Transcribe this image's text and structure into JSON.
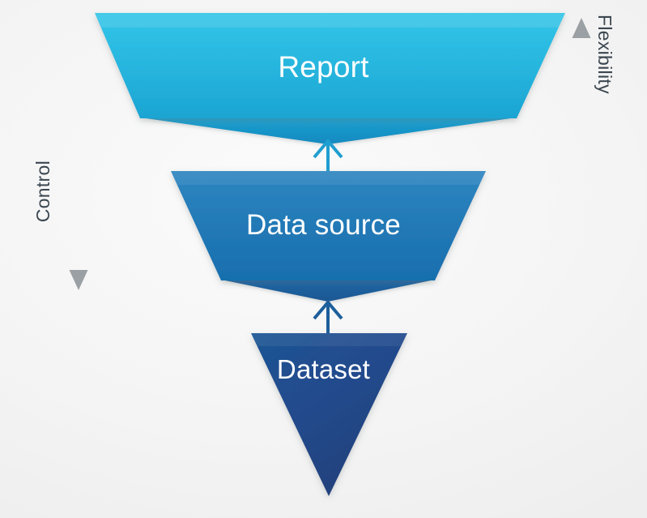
{
  "diagram": {
    "title": "Report / Data source / Dataset funnel",
    "background_color": "#f1f1f1",
    "stages": [
      {
        "id": "report",
        "label": "Report",
        "shape": "trapezoid",
        "fill_top": "#2ec0e4",
        "fill_bottom": "#1fa8d4",
        "flap_color": "#1790c4",
        "text_color": "#ffffff"
      },
      {
        "id": "data-source",
        "label": "Data source",
        "shape": "trapezoid",
        "fill_top": "#2a7fbb",
        "fill_bottom": "#1a76b4",
        "flap_color": "#1d5f9c",
        "text_color": "#ffffff"
      },
      {
        "id": "dataset",
        "label": "Dataset",
        "shape": "triangle",
        "fill_top": "#1f4f8f",
        "fill_bottom": "#24478a",
        "text_color": "#ffffff"
      }
    ],
    "connectors": [
      {
        "id": "dataset-to-data-source",
        "direction": "up",
        "color": "#1d5f9c"
      },
      {
        "id": "data-source-to-report",
        "direction": "up",
        "color": "#1f9ed0"
      }
    ],
    "axes": [
      {
        "id": "control",
        "label": "Control",
        "direction": "down",
        "side": "left",
        "color": "#9aa0a4",
        "text_color": "#3b4650"
      },
      {
        "id": "flexibility",
        "label": "Flexibility",
        "direction": "up",
        "side": "right",
        "color": "#9aa0a4",
        "text_color": "#3b4650"
      }
    ]
  }
}
